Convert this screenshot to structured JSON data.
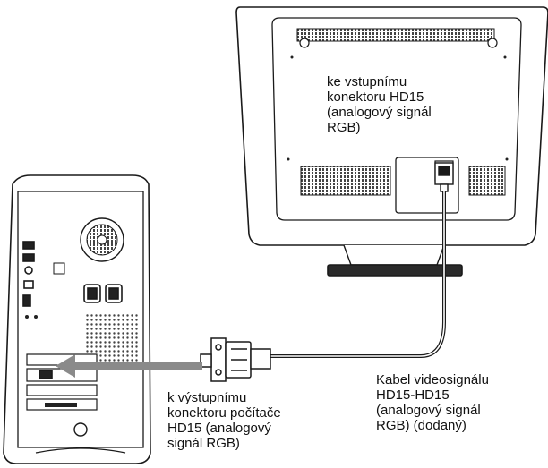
{
  "labels": {
    "monitor_input": [
      "ke vstupnímu",
      "konektoru HD15",
      "(analogový signál",
      "RGB)"
    ],
    "computer_output": [
      "k výstupnímu",
      "konektoru počítače",
      "HD15 (analogový",
      "signál RGB)"
    ],
    "cable": [
      "Kabel videosignálu",
      "HD15-HD15",
      "(analogový signál",
      "RGB) (dodaný)"
    ]
  },
  "colors": {
    "line": "#1a1a1a",
    "monitor_fill": "#ffffff",
    "computer_fill": "#ffffff",
    "pointer_arrow": "#7a7a7a",
    "vent": "#555555"
  }
}
